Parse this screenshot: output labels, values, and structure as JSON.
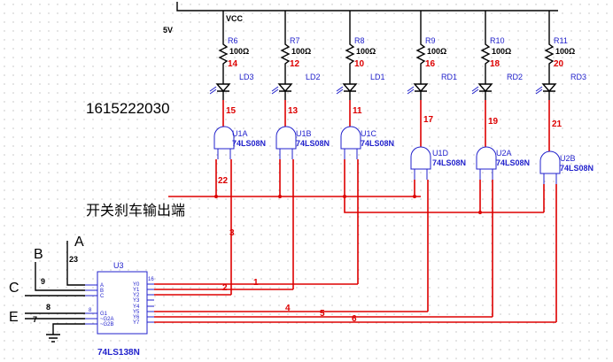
{
  "supply": {
    "voltage_label": "5V",
    "rail_label": "VCC"
  },
  "student_id": "1615222030",
  "output_label": "开关刹车输出端",
  "inputs": {
    "a": "A",
    "b": "B",
    "c": "C",
    "e": "E"
  },
  "input_nets": {
    "a": "23",
    "b": "9",
    "e1": "8",
    "e2": "7"
  },
  "decoder": {
    "ref": "U3",
    "part": "74LS138N",
    "left_pins": [
      "A",
      "B",
      "C",
      "G1",
      "~G2A",
      "~G2B"
    ],
    "right_pins": [
      "Y0",
      "Y1",
      "Y2",
      "Y3",
      "Y4",
      "Y5",
      "Y6",
      "Y7"
    ],
    "vcc_pin": "16",
    "gnd_pin": "8"
  },
  "channels": [
    {
      "res_ref": "R6",
      "res_val": "100Ω",
      "net_top": "14",
      "led_ref": "LD3",
      "net_mid": "15",
      "gate_ref": "U1A",
      "gate_part": "74LS08N",
      "net_in": "22",
      "net_out": "3"
    },
    {
      "res_ref": "R7",
      "res_val": "100Ω",
      "net_top": "12",
      "led_ref": "LD2",
      "net_mid": "13",
      "gate_ref": "U1B",
      "gate_part": "74LS08N",
      "net_out": "2"
    },
    {
      "res_ref": "R8",
      "res_val": "100Ω",
      "net_top": "10",
      "led_ref": "LD1",
      "net_mid": "11",
      "gate_ref": "U1C",
      "gate_part": "74LS08N",
      "net_out": "1"
    },
    {
      "res_ref": "R9",
      "res_val": "100Ω",
      "net_top": "16",
      "led_ref": "RD1",
      "net_mid": "17",
      "gate_ref": "U1D",
      "gate_part": "74LS08N",
      "net_out": "4"
    },
    {
      "res_ref": "R10",
      "res_val": "100Ω",
      "net_top": "18",
      "led_ref": "RD2",
      "net_mid": "19",
      "gate_ref": "U2A",
      "gate_part": "74LS08N",
      "net_out": "5"
    },
    {
      "res_ref": "R11",
      "res_val": "100Ω",
      "net_top": "20",
      "led_ref": "RD3",
      "net_mid": "21",
      "gate_ref": "U2B",
      "gate_part": "74LS08N",
      "net_out": "6"
    }
  ]
}
